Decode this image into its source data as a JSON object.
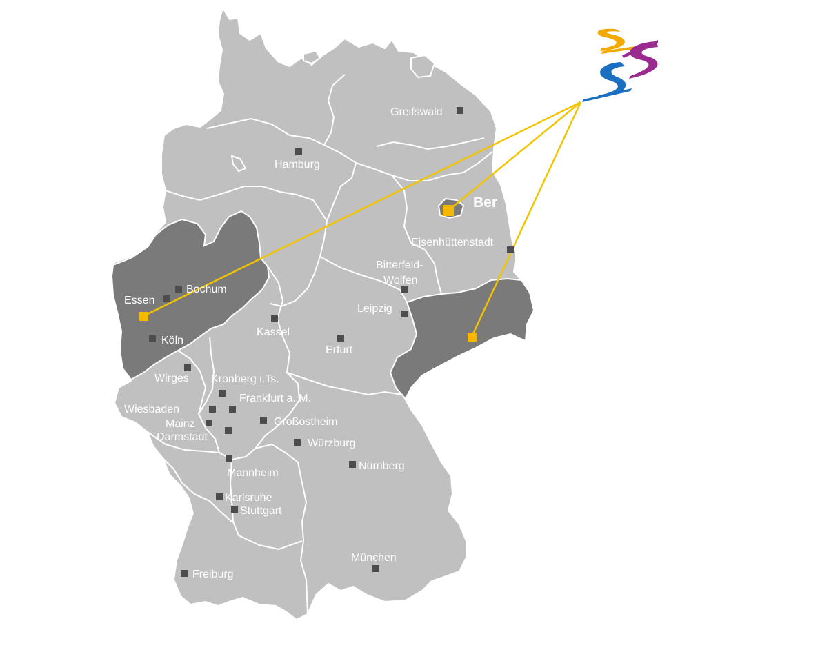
{
  "colors": {
    "background": "#ffffff",
    "land": "#c0c0c0",
    "highlight_region": "#7a7a7a",
    "border": "#ffffff",
    "city_marker": "#4d4d4d",
    "hub_marker": "#f5b800",
    "connector_line": "#f2c400",
    "label_text": "#ffffff",
    "logo_orange": "#f2a900",
    "logo_purple": "#9b2a8f",
    "logo_blue": "#1a6fc0"
  },
  "logo": {
    "icon": "sss-swirl-logo-icon"
  },
  "highlighted_regions": [
    "Nordrhein-Westfalen",
    "Berlin",
    "Sachsen"
  ],
  "cities": [
    {
      "id": "greifswald",
      "label": "Greifswald"
    },
    {
      "id": "hamburg",
      "label": "Hamburg"
    },
    {
      "id": "berlin",
      "label": "Ber"
    },
    {
      "id": "eisenhuettenstadt",
      "label": "Eisenhüttenstadt"
    },
    {
      "id": "bitterfeld",
      "label": "Bitterfeld-\nWolfen",
      "lines": [
        "Bitterfeld-",
        "Wolfen"
      ]
    },
    {
      "id": "leipzig",
      "label": "Leipzig"
    },
    {
      "id": "essen",
      "label": "Essen"
    },
    {
      "id": "bochum",
      "label": "Bochum"
    },
    {
      "id": "koeln",
      "label": "Köln"
    },
    {
      "id": "kassel",
      "label": "Kassel"
    },
    {
      "id": "erfurt",
      "label": "Erfurt"
    },
    {
      "id": "wirges",
      "label": "Wirges"
    },
    {
      "id": "kronberg",
      "label": "Kronberg i.Ts."
    },
    {
      "id": "frankfurt",
      "label": "Frankfurt a. M."
    },
    {
      "id": "wiesbaden",
      "label": "Wiesbaden"
    },
    {
      "id": "mainz",
      "label": "Mainz"
    },
    {
      "id": "darmstadt",
      "label": "Darmstadt"
    },
    {
      "id": "grossostheim",
      "label": "Großostheim"
    },
    {
      "id": "wuerzburg",
      "label": "Würzburg"
    },
    {
      "id": "nuernberg",
      "label": "Nürnberg"
    },
    {
      "id": "mannheim",
      "label": "Mannheim"
    },
    {
      "id": "karlsruhe",
      "label": "Karlsruhe"
    },
    {
      "id": "stuttgart",
      "label": "Stuttgart"
    },
    {
      "id": "muenchen",
      "label": "München"
    },
    {
      "id": "freiburg",
      "label": "Freiburg"
    }
  ],
  "hubs": [
    {
      "id": "hub-nrw",
      "region": "Nordrhein-Westfalen"
    },
    {
      "id": "hub-berlin",
      "region": "Berlin"
    },
    {
      "id": "hub-sachsen",
      "region": "Sachsen"
    }
  ]
}
